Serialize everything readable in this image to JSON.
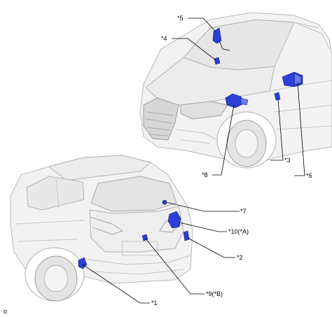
{
  "callouts": {
    "c1": "*1",
    "c2": "*2",
    "c3": "*3",
    "c4": "*4",
    "c5": "*5",
    "c6": "*6",
    "c7": "*7",
    "c8": "*8",
    "c9": "*9(*B)",
    "c10": "*10(*A)"
  },
  "figure_code": "o",
  "colors": {
    "part_fill": "#2d3fd6",
    "part_stroke": "#101a80",
    "car_fill": "#f2f2f2",
    "car_line": "#c4c4c4"
  }
}
